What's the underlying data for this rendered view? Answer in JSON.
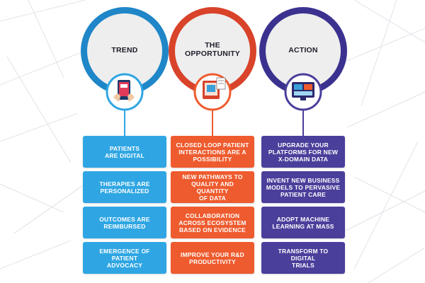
{
  "colors": {
    "trend": "#2fa6e3",
    "opportunity": "#ee5b2e",
    "action": "#4a3f9b"
  },
  "columns": [
    {
      "title": "TREND",
      "icon": "smartphone-hands-icon",
      "items": [
        "PATIENTS\nARE DIGITAL",
        "THERAPIES ARE\nPERSONALIZED",
        "OUTCOMES ARE\nREIMBURSED",
        "EMERGENCE OF PATIENT\nADVOCACY"
      ]
    },
    {
      "title": "THE\nOPPORTUNITY",
      "icon": "tablet-documents-icon",
      "items": [
        "CLOSED LOOP PATIENT\nINTERACTIONS ARE A\nPOSSIBILITY",
        "NEW PATHWAYS TO\nQUALITY AND QUANTITY\nOF DATA",
        "COLLABORATION\nACROSS ECOSYSTEM\nBASED ON EVIDENCE",
        "IMPROVE YOUR R&D\nPRODUCTIVITY"
      ]
    },
    {
      "title": "ACTION",
      "icon": "dashboard-monitor-icon",
      "items": [
        "UPGRADE YOUR\nPLATFORMS FOR NEW\nX-DOMAIN DATA",
        "INVENT NEW BUSINESS\nMODELS TO PERVASIVE\nPATIENT CARE",
        "ADOPT MACHINE\nLEARNING AT MASS",
        "TRANSFORM TO DIGITAL\nTRIALS"
      ]
    }
  ]
}
